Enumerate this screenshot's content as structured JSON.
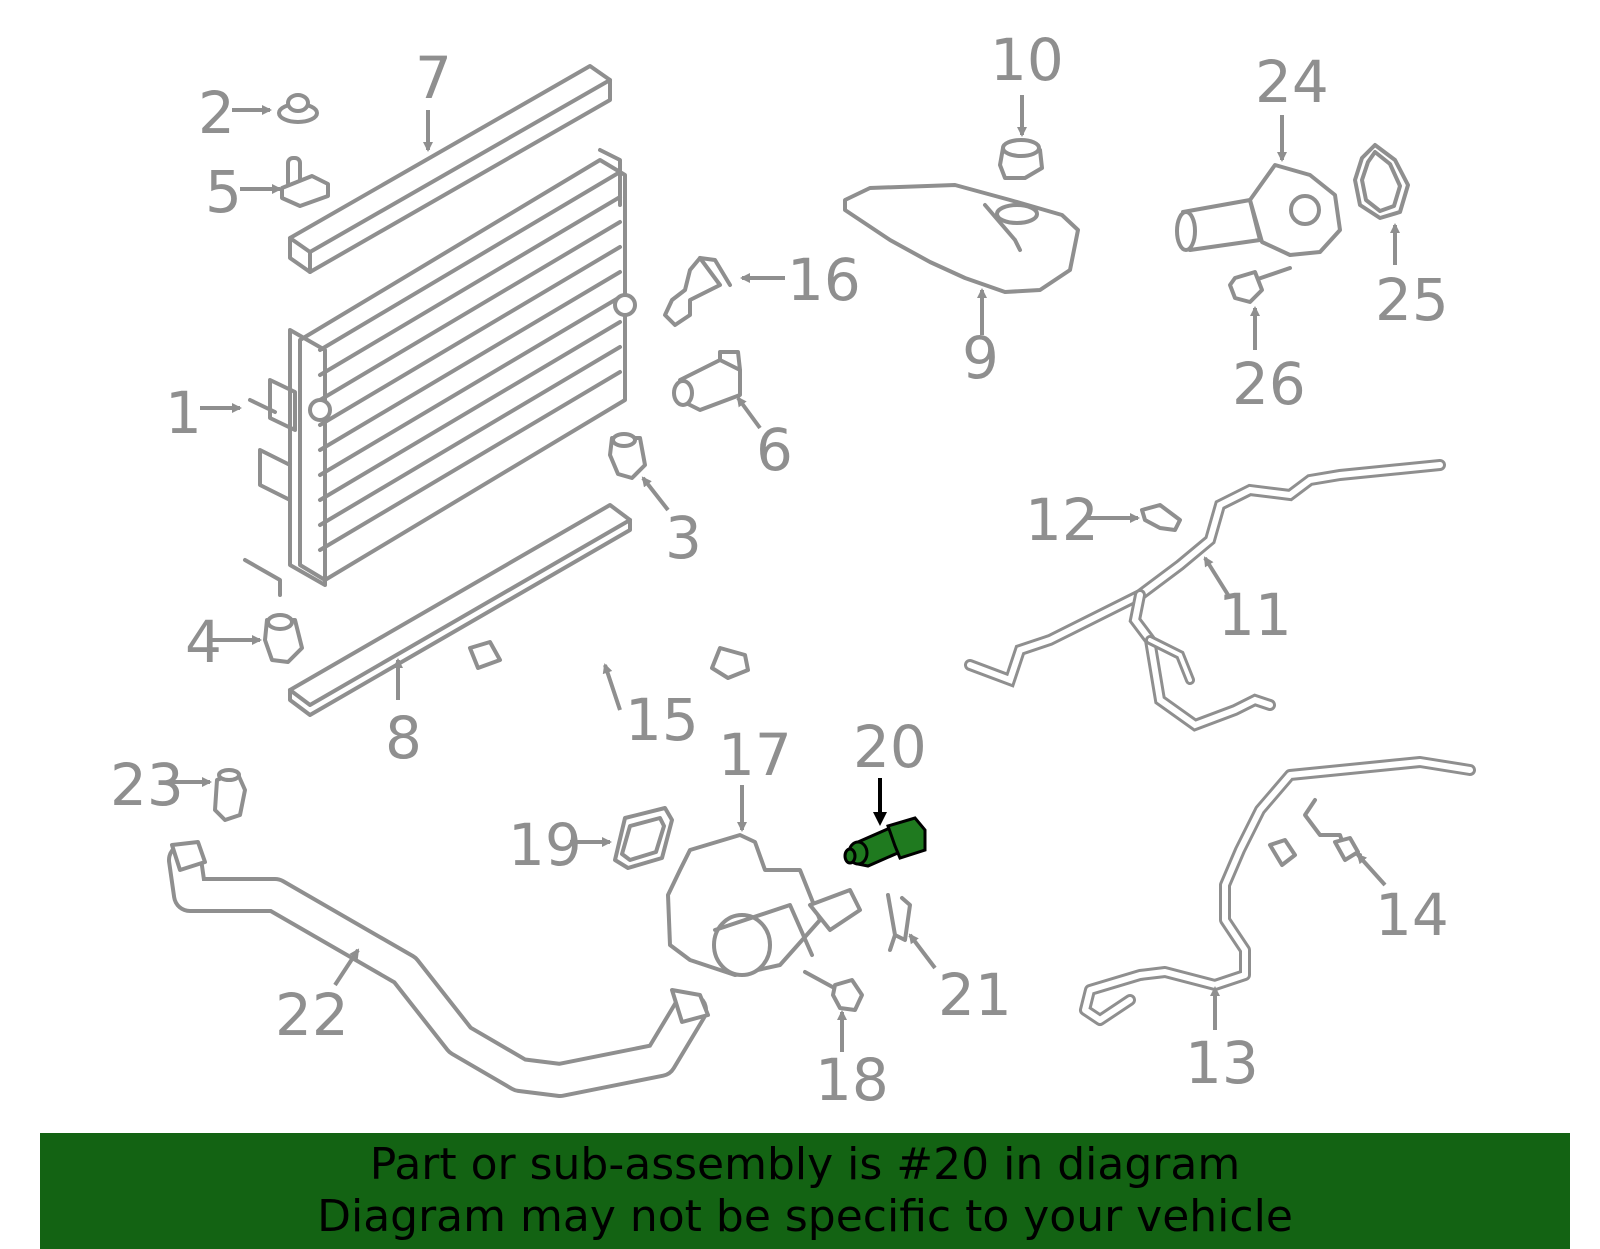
{
  "diagram": {
    "highlighted_part": "20",
    "colors": {
      "parts": "#8f8f8f",
      "highlight_part": "#1f7a1f",
      "highlight_label": "#000000",
      "banner": "#136313"
    },
    "callouts": [
      {
        "id": "1",
        "label": "1"
      },
      {
        "id": "2",
        "label": "2"
      },
      {
        "id": "3",
        "label": "3"
      },
      {
        "id": "4",
        "label": "4"
      },
      {
        "id": "5",
        "label": "5"
      },
      {
        "id": "6",
        "label": "6"
      },
      {
        "id": "7",
        "label": "7"
      },
      {
        "id": "8",
        "label": "8"
      },
      {
        "id": "9",
        "label": "9"
      },
      {
        "id": "10",
        "label": "10"
      },
      {
        "id": "11",
        "label": "11"
      },
      {
        "id": "12",
        "label": "12"
      },
      {
        "id": "13",
        "label": "13"
      },
      {
        "id": "14",
        "label": "14"
      },
      {
        "id": "15",
        "label": "15"
      },
      {
        "id": "16",
        "label": "16"
      },
      {
        "id": "17",
        "label": "17"
      },
      {
        "id": "18",
        "label": "18"
      },
      {
        "id": "19",
        "label": "19"
      },
      {
        "id": "20",
        "label": "20"
      },
      {
        "id": "21",
        "label": "21"
      },
      {
        "id": "22",
        "label": "22"
      },
      {
        "id": "23",
        "label": "23"
      },
      {
        "id": "24",
        "label": "24"
      },
      {
        "id": "25",
        "label": "25"
      },
      {
        "id": "26",
        "label": "26"
      }
    ]
  },
  "banner": {
    "line1": "Part or sub-assembly is #20 in diagram",
    "line2": "Diagram may not be specific to your vehicle"
  }
}
